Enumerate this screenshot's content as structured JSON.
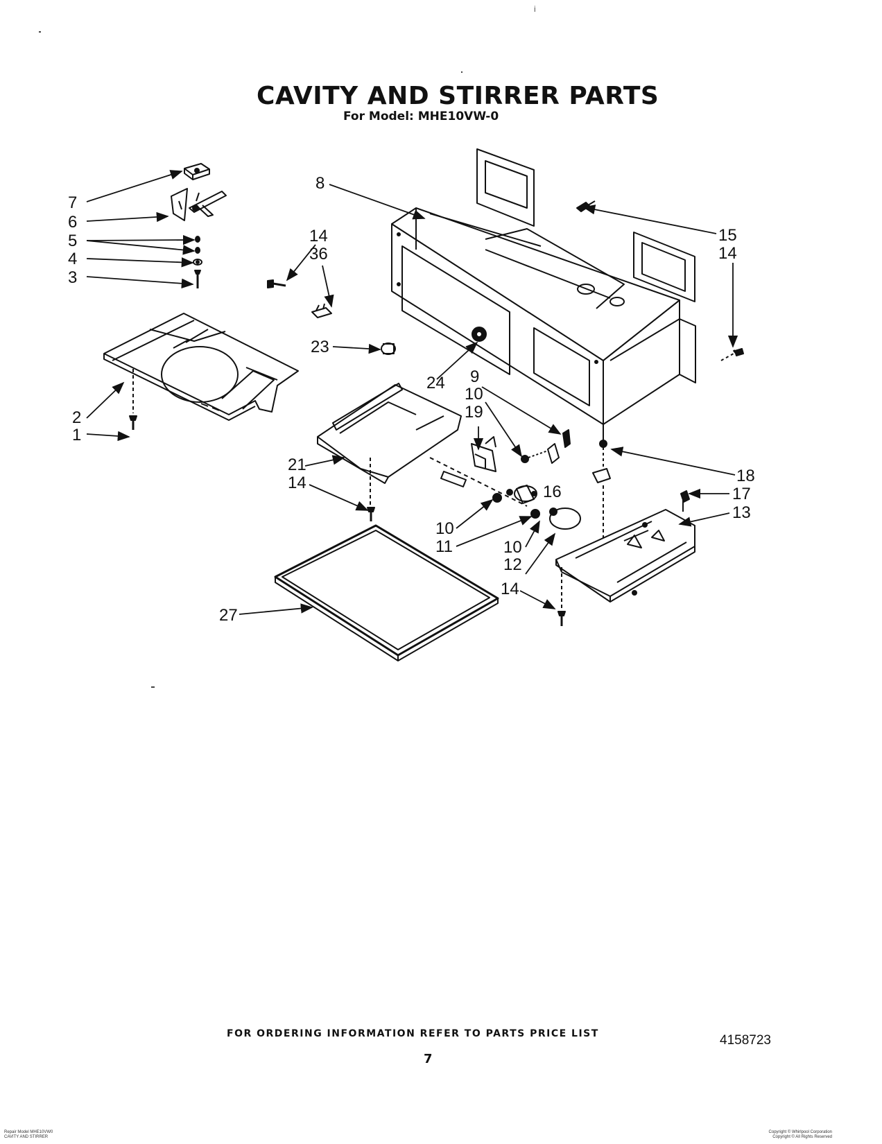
{
  "page": {
    "title": "CAVITY AND STIRRER PARTS",
    "subtitle": "For Model: MHE10VW-0",
    "corner_mark": "i",
    "ordering_note": "FOR ORDERING INFORMATION REFER TO PARTS PRICE LIST",
    "page_number": "7",
    "document_number": "4158723",
    "footer_left": [
      "Repair Model MHE10VW0",
      "CAVITY AND STIRRER"
    ],
    "footer_right": [
      "Copyright © Whirlpool Corporation",
      "Copyright © All Rights Reserved"
    ]
  },
  "callouts": [
    {
      "id": "c7",
      "text": "7"
    },
    {
      "id": "c6",
      "text": "6"
    },
    {
      "id": "c5",
      "text": "5"
    },
    {
      "id": "c4",
      "text": "4"
    },
    {
      "id": "c3",
      "text": "3"
    },
    {
      "id": "c2",
      "text": "2"
    },
    {
      "id": "c1",
      "text": "1"
    },
    {
      "id": "c14a",
      "text": "14"
    },
    {
      "id": "c36",
      "text": "36"
    },
    {
      "id": "c23",
      "text": "23"
    },
    {
      "id": "c24",
      "text": "24"
    },
    {
      "id": "c8",
      "text": "8"
    },
    {
      "id": "c15",
      "text": "15"
    },
    {
      "id": "c14b",
      "text": "14"
    },
    {
      "id": "c9",
      "text": "9"
    },
    {
      "id": "c10a",
      "text": "10"
    },
    {
      "id": "c19",
      "text": "19"
    },
    {
      "id": "c21",
      "text": "21"
    },
    {
      "id": "c14c",
      "text": "14"
    },
    {
      "id": "c16",
      "text": "16"
    },
    {
      "id": "c18",
      "text": "18"
    },
    {
      "id": "c17",
      "text": "17"
    },
    {
      "id": "c13",
      "text": "13"
    },
    {
      "id": "c10b",
      "text": "10"
    },
    {
      "id": "c11",
      "text": "11"
    },
    {
      "id": "c10c",
      "text": "10"
    },
    {
      "id": "c12",
      "text": "12"
    },
    {
      "id": "c14d",
      "text": "14"
    },
    {
      "id": "c27",
      "text": "27"
    }
  ]
}
